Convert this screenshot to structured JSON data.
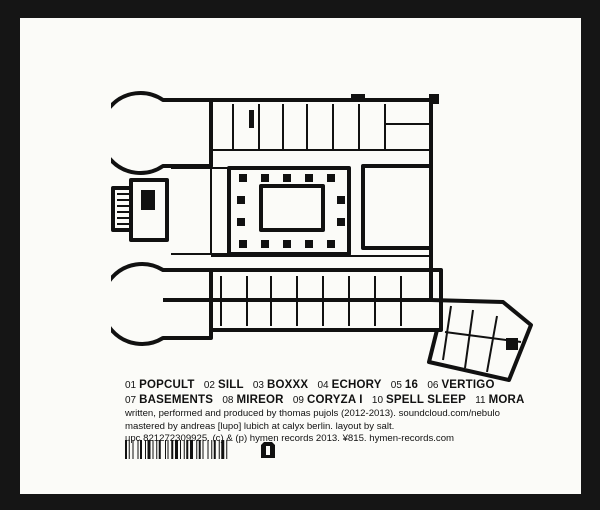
{
  "tracks": [
    {
      "num": "01",
      "title": "POPCULT"
    },
    {
      "num": "02",
      "title": "SILL"
    },
    {
      "num": "03",
      "title": "BOXXX"
    },
    {
      "num": "04",
      "title": "ECHORY"
    },
    {
      "num": "05",
      "title": "16"
    },
    {
      "num": "06",
      "title": "VERTIGO"
    },
    {
      "num": "07",
      "title": "BASEMENTS"
    },
    {
      "num": "08",
      "title": "MIREOR"
    },
    {
      "num": "09",
      "title": "CORYZA I"
    },
    {
      "num": "10",
      "title": "SPELL SLEEP"
    },
    {
      "num": "11",
      "title": "MORA"
    }
  ],
  "credits": {
    "written": "written, performed and produced by thomas pujols (2012-2013). soundcloud.com/nebulo",
    "mastered": "mastered by andreas [lupo] lubich at calyx berlin. layout by salt.",
    "upc": "upc 821272309925. (c) & (p) hymen records 2013. ¥815. hymen-records.com"
  },
  "label_logo": {
    "icon": "hymen-label-logo-icon"
  },
  "barcode": {
    "icon": "barcode-icon"
  },
  "floor_plan": {
    "icon": "building-floor-plan-icon"
  }
}
